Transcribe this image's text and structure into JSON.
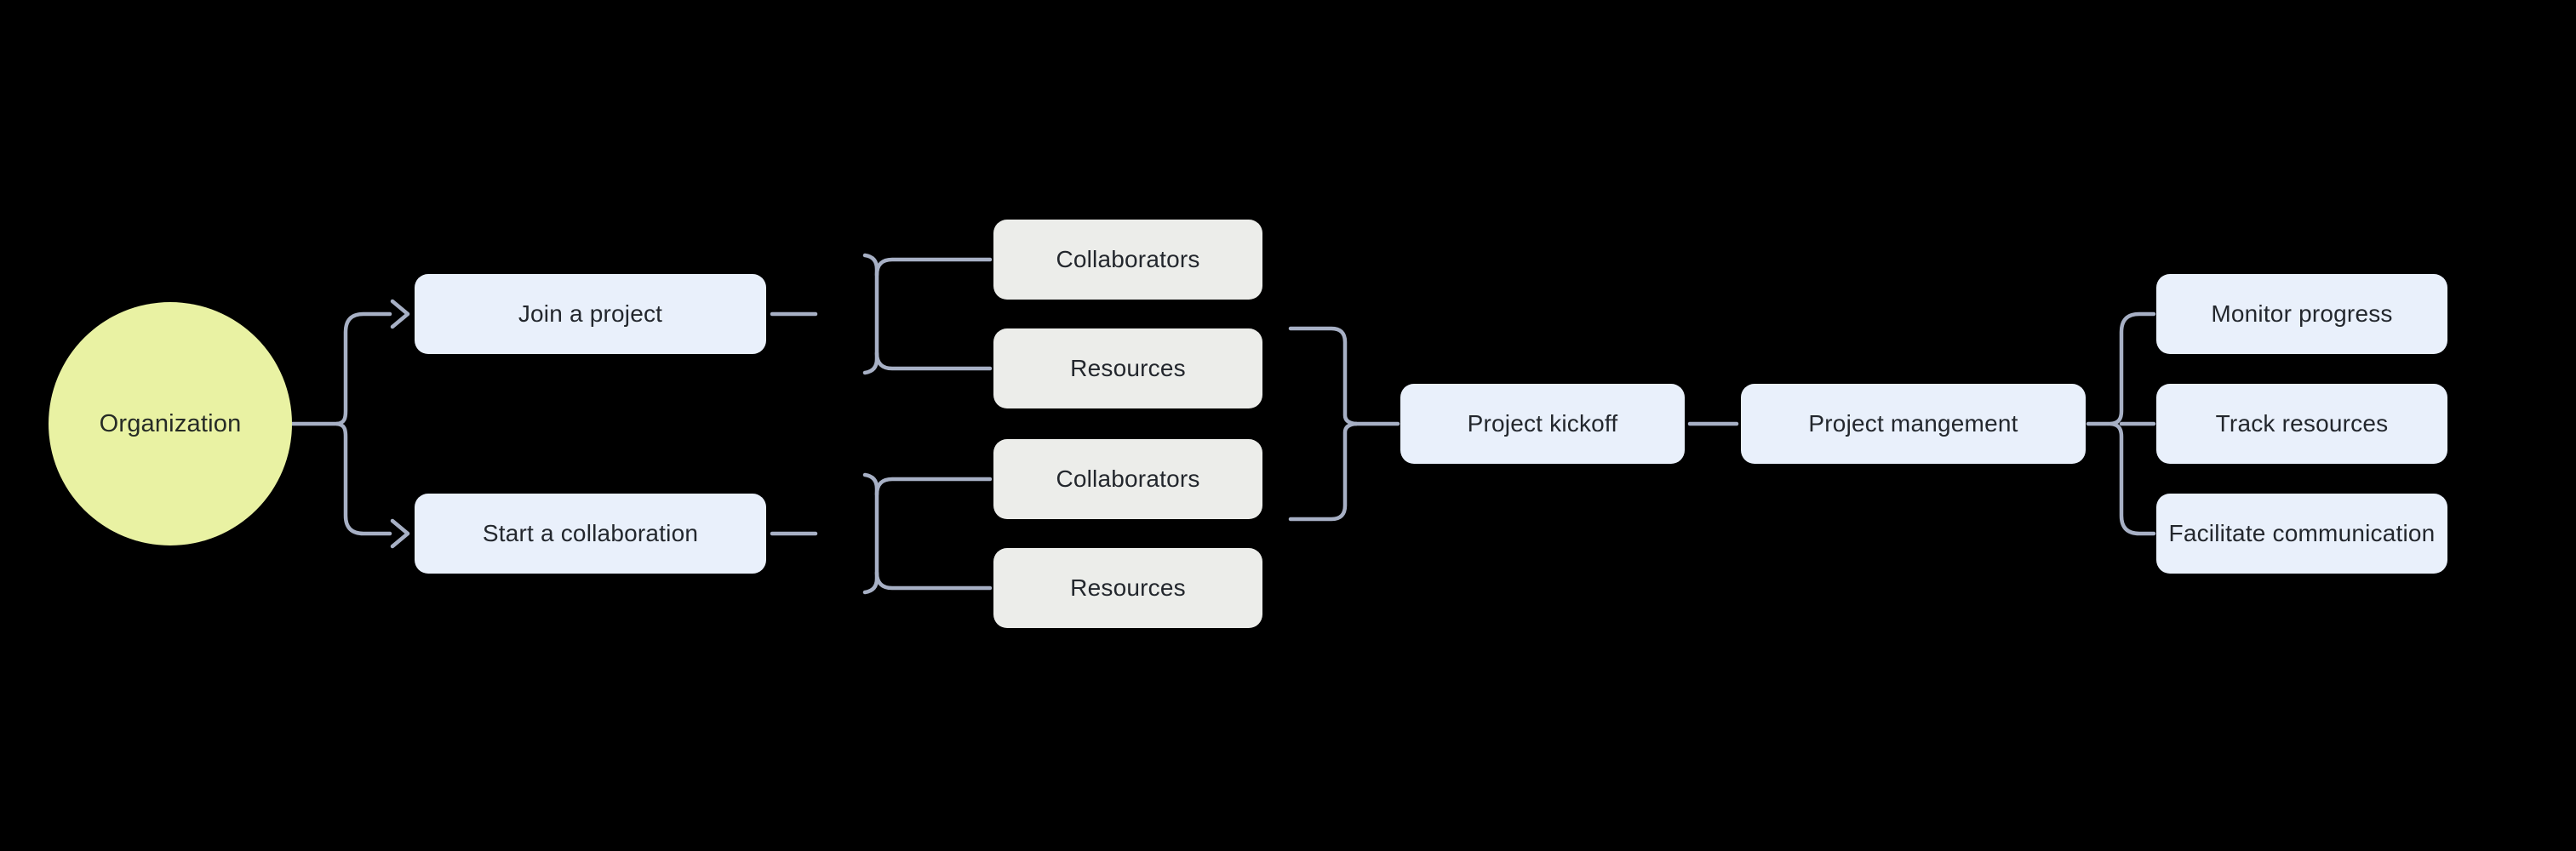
{
  "canvas": {
    "width": "3026",
    "height": "1000",
    "background": "#000000"
  },
  "colors": {
    "connector": "#A7B0C5",
    "node_text": "#23272D",
    "organization_fill": "#E9F2A3",
    "blue_node_fill": "#E9F0FB",
    "gray_node_fill": "#ECEDEA"
  },
  "nodes": {
    "organization": {
      "label": "Organization",
      "shape": "circle"
    },
    "join_project": {
      "label": "Join a project",
      "shape": "rounded-rect"
    },
    "start_collaboration": {
      "label": "Start a collaboration",
      "shape": "rounded-rect"
    },
    "collaborators_join": {
      "label": "Collaborators",
      "shape": "rounded-rect"
    },
    "resources_join": {
      "label": "Resources",
      "shape": "rounded-rect"
    },
    "collaborators_start": {
      "label": "Collaborators",
      "shape": "rounded-rect"
    },
    "resources_start": {
      "label": "Resources",
      "shape": "rounded-rect"
    },
    "project_kickoff": {
      "label": "Project kickoff",
      "shape": "rounded-rect"
    },
    "project_management": {
      "label": "Project mangement",
      "shape": "rounded-rect"
    },
    "monitor_progress": {
      "label": "Monitor progress",
      "shape": "rounded-rect"
    },
    "track_resources": {
      "label": "Track resources",
      "shape": "rounded-rect"
    },
    "facilitate_communication": {
      "label": "Facilitate communication",
      "shape": "rounded-rect"
    }
  },
  "edges": [
    {
      "from": "organization",
      "to": "join_project",
      "style": "elbow-arrow"
    },
    {
      "from": "organization",
      "to": "start_collaboration",
      "style": "elbow-arrow"
    },
    {
      "from": "join_project",
      "to": "collaborators_join",
      "style": "bracket"
    },
    {
      "from": "join_project",
      "to": "resources_join",
      "style": "bracket"
    },
    {
      "from": "start_collaboration",
      "to": "collaborators_start",
      "style": "bracket"
    },
    {
      "from": "start_collaboration",
      "to": "resources_start",
      "style": "bracket"
    },
    {
      "from": "resources_join",
      "to": "project_kickoff",
      "style": "brace-merge"
    },
    {
      "from": "collaborators_start",
      "to": "project_kickoff",
      "style": "brace-merge"
    },
    {
      "from": "project_kickoff",
      "to": "project_management",
      "style": "dash"
    },
    {
      "from": "project_management",
      "to": "monitor_progress",
      "style": "brace-split"
    },
    {
      "from": "project_management",
      "to": "track_resources",
      "style": "brace-split"
    },
    {
      "from": "project_management",
      "to": "facilitate_communication",
      "style": "brace-split"
    }
  ]
}
